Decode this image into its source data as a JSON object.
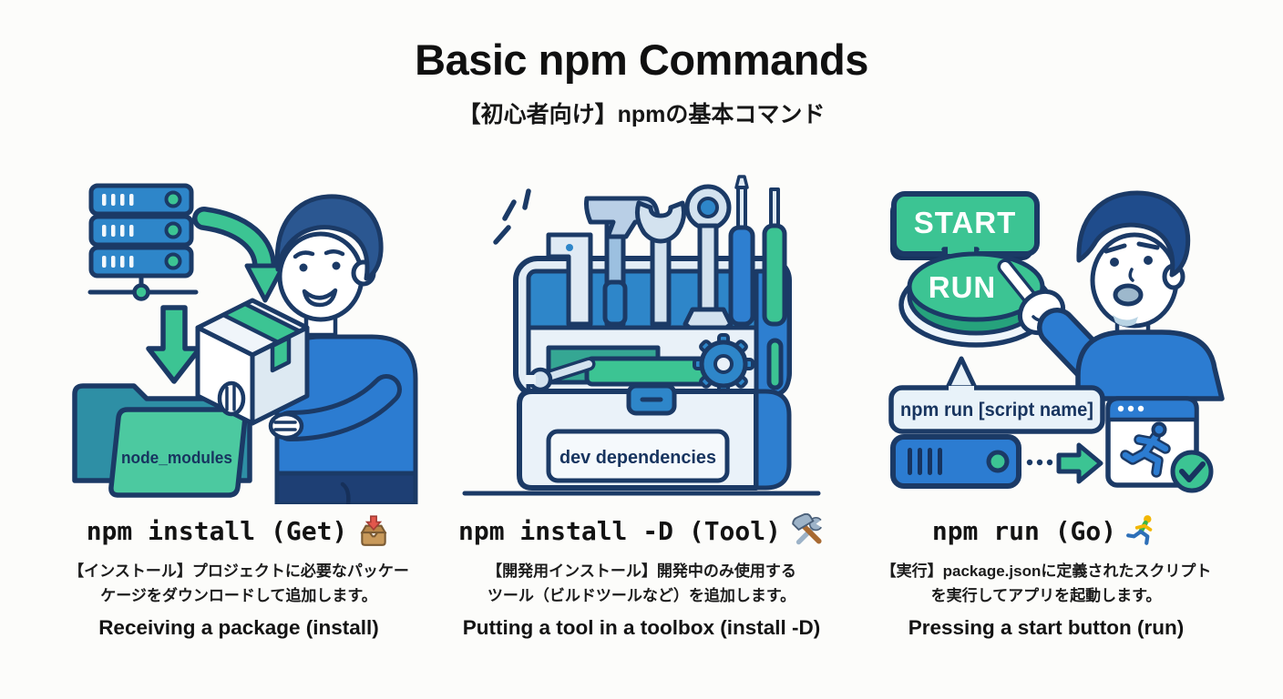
{
  "title": "Basic npm Commands",
  "subtitle": "【初心者向け】npmの基本コマンド",
  "colors": {
    "outline_navy": "#1b3a66",
    "primary_blue": "#2e86c9",
    "shirt_blue": "#2c7cd1",
    "accent_green": "#3cc493",
    "folder_green": "#4cc9a0",
    "folder_teal": "#2e8fa5",
    "light_panel": "#e8f1f8"
  },
  "panels": [
    {
      "command": "npm install (Get)",
      "icon": "inbox-tray",
      "jp_line1": "【インストール】プロジェクトに必要なパッケー",
      "jp_line2": "ケージをダウンロードして追加します。",
      "analogy": "Receiving a package (install)",
      "labels": {
        "folder": "node_modules"
      }
    },
    {
      "command": "npm install -D (Tool)",
      "icon": "hammer-and-wrench",
      "jp_line1": "【開発用インストール】開発中のみ使用する",
      "jp_line2": "ツール（ビルドツールなど）を追加します。",
      "analogy": "Putting a tool in a toolbox (install -D)",
      "labels": {
        "toolbox": "dev dependencies"
      }
    },
    {
      "command": "npm run (Go)",
      "icon": "runner",
      "jp_line1": "【実行】package.jsonに定義されたスクリプト",
      "jp_line2": "を実行してアプリを起動します。",
      "analogy": "Pressing a start button (run)",
      "labels": {
        "start_sign": "START",
        "run_button": "RUN",
        "command_bubble": "npm run [script name]"
      }
    }
  ]
}
